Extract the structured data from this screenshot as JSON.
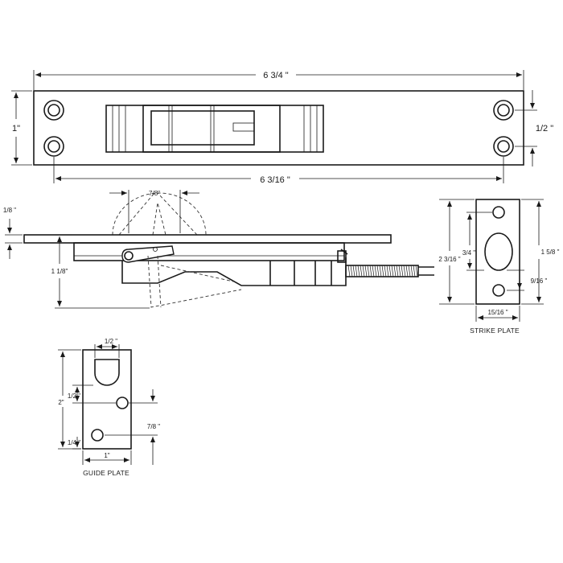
{
  "top_view": {
    "overall_length": "6 3/4 \"",
    "height": "1\"",
    "hole_spacing_vertical": "1/2 \"",
    "hole_center_length": "6  3/16 \""
  },
  "side_view": {
    "arc_width": "7/8\"",
    "bolt_offset": "1/8 \"",
    "bolt_drop": "1 1/8\""
  },
  "strike_plate": {
    "caption": "STRIKE PLATE",
    "overall_height": "1 5/8 \"",
    "hole_span": "2 3/16 \"",
    "slot_height": "3/4 \"",
    "hole_offset": "9/16 \"",
    "width": "15/16 \""
  },
  "guide_plate": {
    "caption": "GUIDE PLATE",
    "slot_width": "1/2 \"",
    "height": "2\"",
    "slot_offset": "1/2 \"",
    "hole_spacing": "7/8 \"",
    "bottom_offset": "1/4 \"",
    "width": "1\""
  }
}
